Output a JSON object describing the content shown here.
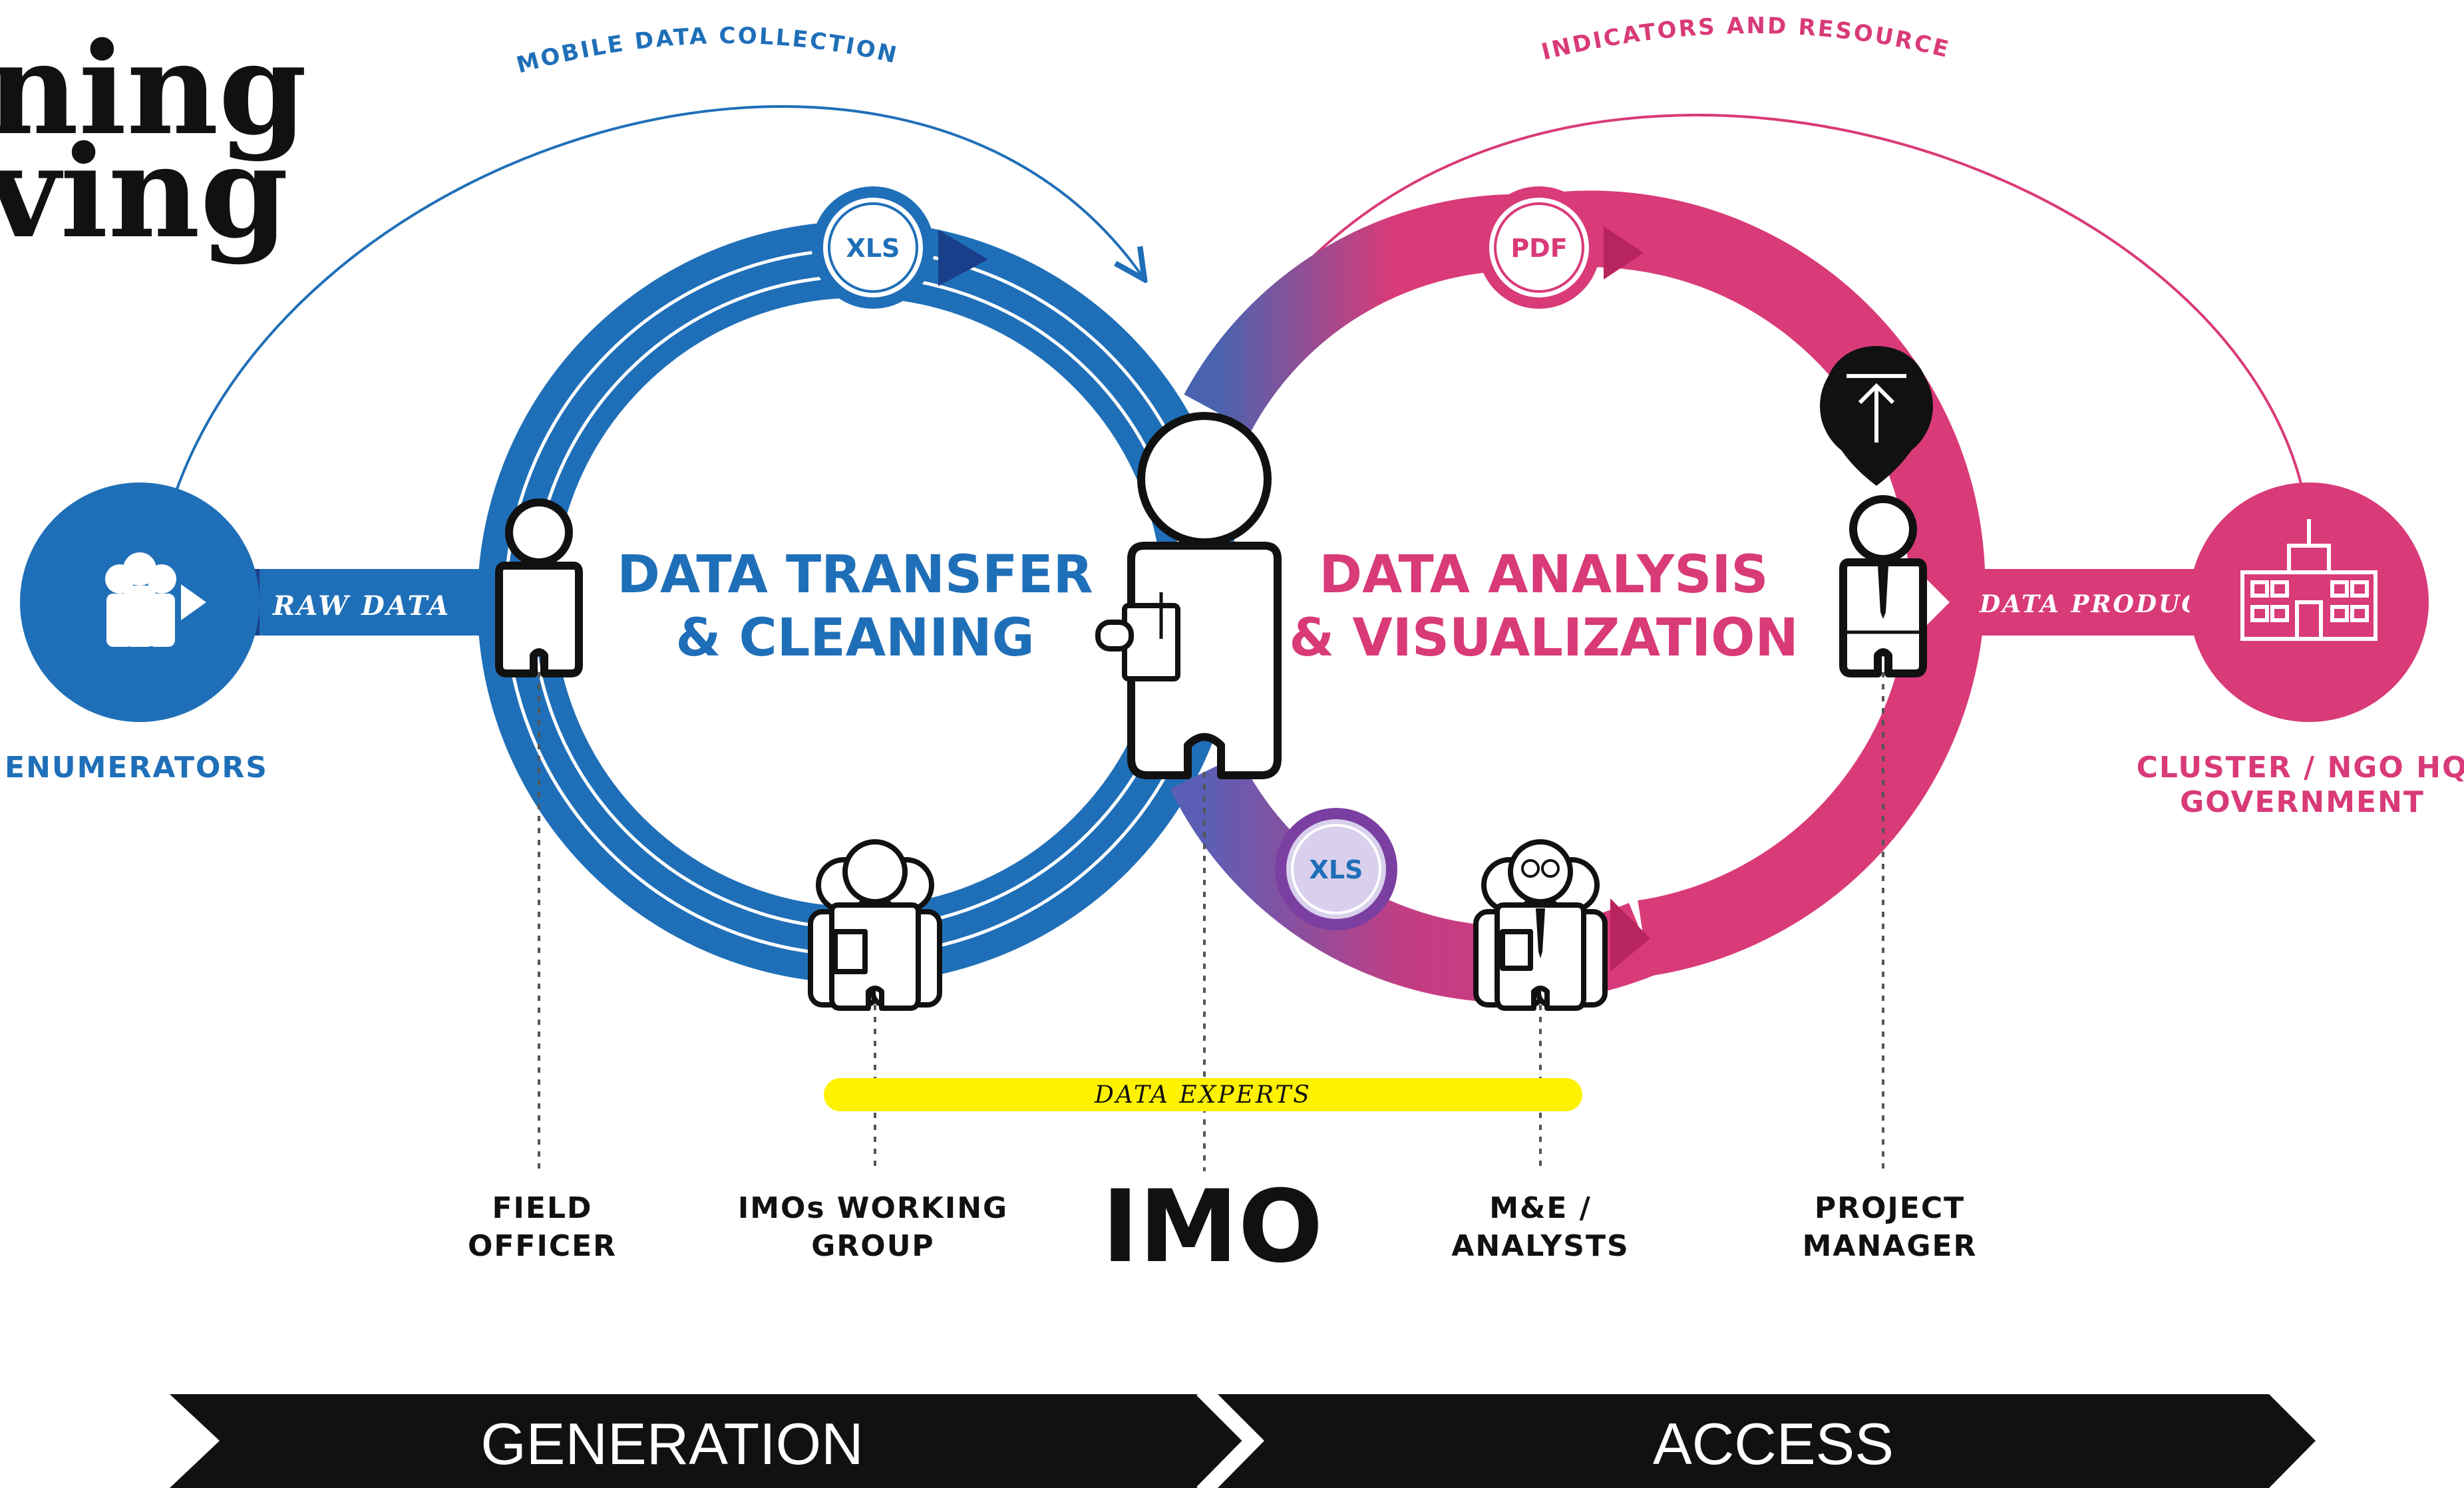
{
  "title_fragment": {
    "line1": "ning",
    "line2": "ving"
  },
  "arcs": {
    "mobile": "MOBILE DATA COLLECTION",
    "indicators": "INDICATORS AND RESOURCES"
  },
  "loops": {
    "left": {
      "line1": "DATA TRANSFER",
      "line2": "& CLEANING"
    },
    "right": {
      "line1": "DATA ANALYSIS",
      "line2": "& VISUALIZATION"
    }
  },
  "badges": {
    "left_top": "XLS",
    "right_top": "PDF",
    "right_bottom": "XLS"
  },
  "flows": {
    "raw_data": "RAW DATA",
    "data_product": "DATA PRODUCT"
  },
  "endpoints": {
    "enumerators": "ENUMERATORS",
    "cluster_line1": "CLUSTER / NGO HQ",
    "cluster_line2": "GOVERNMENT"
  },
  "experts_bar": "DATA EXPERTS",
  "imo": "IMO",
  "roles": [
    {
      "line1": "FIELD",
      "line2": "OFFICER"
    },
    {
      "line1": "IMOs WORKING",
      "line2": "GROUP"
    },
    {
      "line1": "M&E /",
      "line2": "ANALYSTS"
    },
    {
      "line1": "PROJECT",
      "line2": "MANAGER"
    }
  ],
  "stages": {
    "left": "GENERATION",
    "right": "ACCESS"
  },
  "colors": {
    "blue": "#1f6fb8",
    "dark_blue": "#1a3f8a",
    "magenta": "#d93a78",
    "yellow": "#fff200",
    "black": "#111111"
  }
}
